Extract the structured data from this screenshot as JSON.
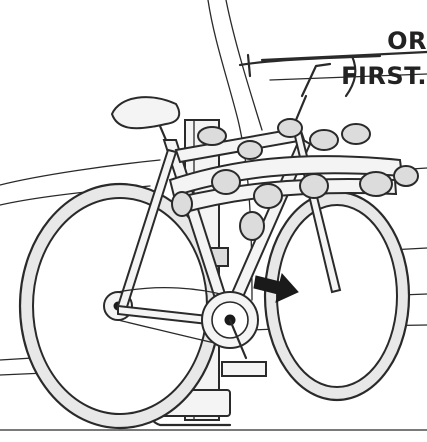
{
  "caption": {
    "line1": "OR",
    "line2": "FIRST."
  },
  "icons": [
    "bicycle-illustration",
    "hitch-rack-illustration",
    "direction-arrow-icon"
  ]
}
